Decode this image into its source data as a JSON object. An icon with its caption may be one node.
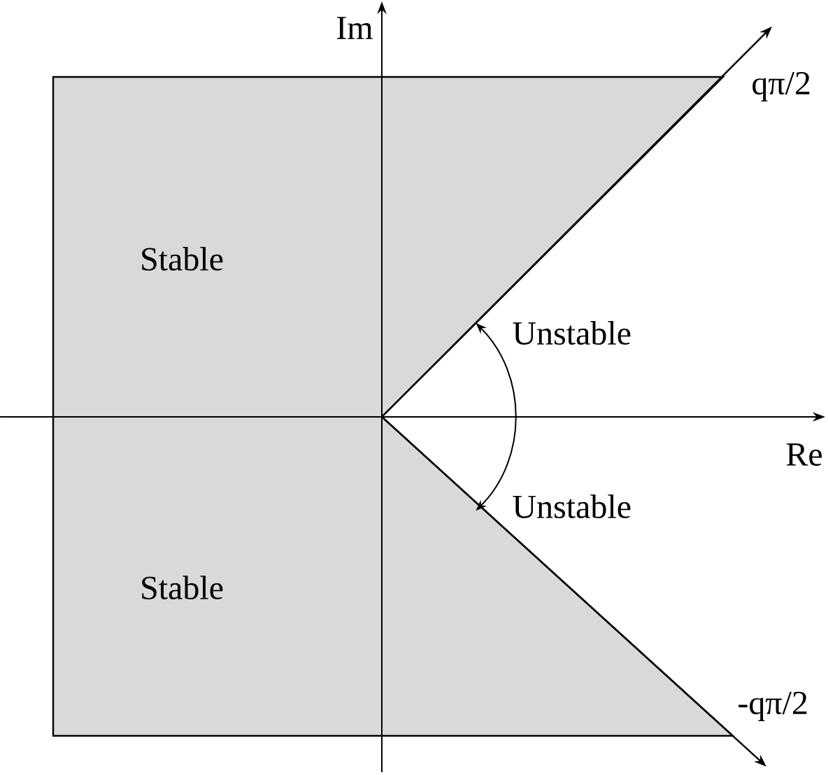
{
  "diagram": {
    "labels": [
      "Im",
      "qπ/2",
      "Stable",
      "Unstable",
      "Re",
      "Unstable",
      "Stable",
      "-qπ/2"
    ]
  }
}
